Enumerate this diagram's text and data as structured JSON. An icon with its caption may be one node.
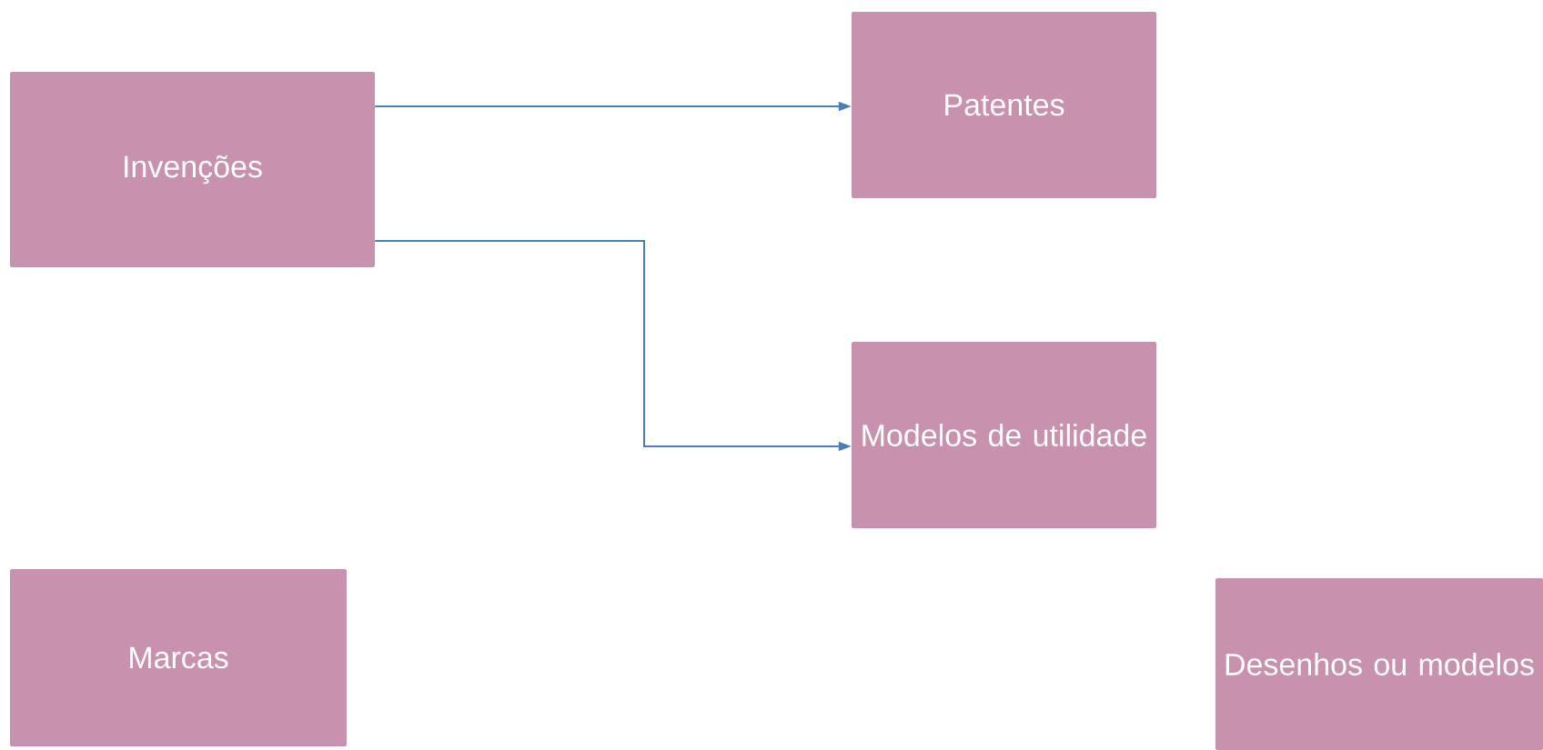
{
  "diagram": {
    "nodes": [
      {
        "text": [
          "Invenções"
        ]
      },
      {
        "text": [
          "Patentes"
        ]
      },
      {
        "text": [
          "Modelos de utilidade"
        ]
      },
      {
        "text": [
          "Marcas"
        ]
      },
      {
        "text": [
          "Desenhos ou modelos"
        ]
      }
    ],
    "edges": [
      {
        "from": 0,
        "to": 1,
        "arrow": "to"
      },
      {
        "from": 0,
        "to": 2,
        "arrow": "to"
      }
    ]
  }
}
